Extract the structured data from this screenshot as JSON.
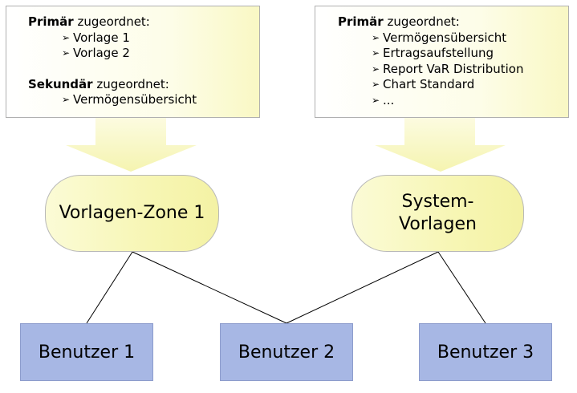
{
  "left_box": {
    "primary_bold": "Primär",
    "primary_rest": " zugeordnet:",
    "primary_items": [
      "Vorlage 1",
      "Vorlage 2"
    ],
    "secondary_bold": "Sekundär",
    "secondary_rest": " zugeordnet:",
    "secondary_items": [
      "Vermögensübersicht"
    ]
  },
  "right_box": {
    "primary_bold": "Primär",
    "primary_rest": " zugeordnet:",
    "primary_items": [
      "Vermögensübersicht",
      "Ertragsaufstellung",
      "Report VaR Distribution",
      "Chart Standard",
      "..."
    ]
  },
  "zones": {
    "left": "Vorlagen-Zone 1",
    "right_line1": "System-",
    "right_line2": "Vorlagen"
  },
  "users": [
    "Benutzer 1",
    "Benutzer 2",
    "Benutzer 3"
  ],
  "colors": {
    "zone_fill": "#f7f6b4",
    "user_fill": "#a7b7e4",
    "arrow_fill": "#f8f7c2",
    "line": "#000000"
  },
  "bullet_glyph": "➢"
}
